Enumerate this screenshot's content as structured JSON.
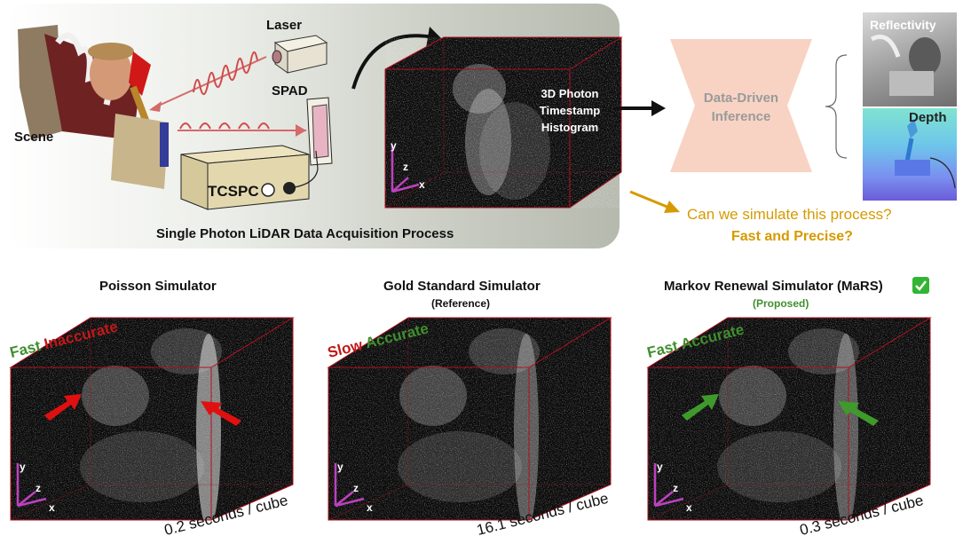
{
  "top": {
    "scene_label": "Scene",
    "laser_label": "Laser",
    "spad_label": "SPAD",
    "tcspc_label": "TCSPC",
    "histogram_label_lines": [
      "3D Photon",
      "Timestamp",
      "Histogram"
    ],
    "process_caption": "Single Photon LiDAR Data Acquisition Process",
    "inference_label_lines": [
      "Data-Driven",
      "Inference"
    ],
    "reflectivity_label": "Reflectivity",
    "depth_label": "Depth",
    "question_line1": "Can we simulate this process?",
    "question_line2": "Fast and Precise?"
  },
  "axes": {
    "x": "x",
    "y": "y",
    "z": "z"
  },
  "simulators": [
    {
      "title": "Poisson Simulator",
      "subtitle": "",
      "speed_word": "Fast",
      "quality_word": "Inaccurate",
      "timing": "0.2 seconds / cube",
      "arrow_color": "#e01010"
    },
    {
      "title": "Gold Standard Simulator",
      "subtitle": "(Reference)",
      "speed_word": "Slow",
      "quality_word": "Accurate",
      "timing": "16.1 seconds / cube",
      "arrow_color": ""
    },
    {
      "title": "Markov Renewal Simulator (MaRS)",
      "subtitle": "(Proposed)",
      "speed_word": "Fast",
      "quality_word": "Accurate",
      "timing": "0.3 seconds / cube",
      "arrow_color": "#3f9a2c"
    }
  ],
  "colors": {
    "good": "#3f8f2e",
    "bad": "#c01818",
    "question": "#d69a00",
    "inference_fill": "#f8d3c3",
    "inference_text": "#9a9a9a",
    "cube_edge": "#b01020",
    "axis": "#c040c0",
    "checkmark": "#32b532"
  }
}
